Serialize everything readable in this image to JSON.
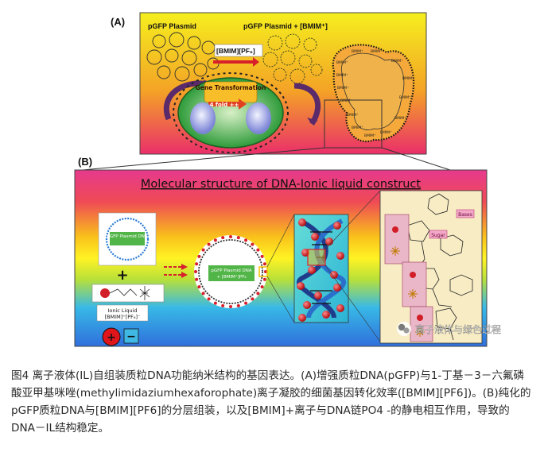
{
  "panel_a": {
    "label": "(A)",
    "left_title": "pGFP Plasmid",
    "right_title": "pGFP Plasmid + [BMIM⁺]",
    "reagent": "[BMIM][PF₆]",
    "cell_title": "Gene Transformation",
    "fold": "4 fold ++",
    "ion_label": "BMIM⁺"
  },
  "panel_b": {
    "label": "(B)",
    "title": "Molecular structure of DNA-Ionic liquid construct",
    "plasmid_label": "pGFP Plasmid DNA",
    "plus": "+",
    "ionic_liquid": "Ionic Liquid",
    "ionic_liquid_formula": "[BMIM]⁺[PF₆]⁻",
    "complex_line1": "pGFP Plasmid DNA",
    "complex_line2": "+ [BMIM⁺]PF₆",
    "cation_sign": "+",
    "anion_sign": "−",
    "bases_tag": "Bases",
    "sugar_tag": "Sugar"
  },
  "watermark": "离子液体与绿色过程",
  "caption": "图4 离子液体(IL)自组装质粒DNA功能纳米结构的基因表达。(A)增强质粒DNA(pGFP)与1-丁基－3－六氟磷酸亚甲基咪唑(methylimidaziumhexaforophate)离子凝胶的细菌基因转化效率([BMIM][PF6])。(B)纯化的pGFP质粒DNA与[BMIM][PF6]的分层组装，以及[BMIM]+离子与DNA链PO4 -的静电相互作用，导致的DNA－IL结构稳定。"
}
